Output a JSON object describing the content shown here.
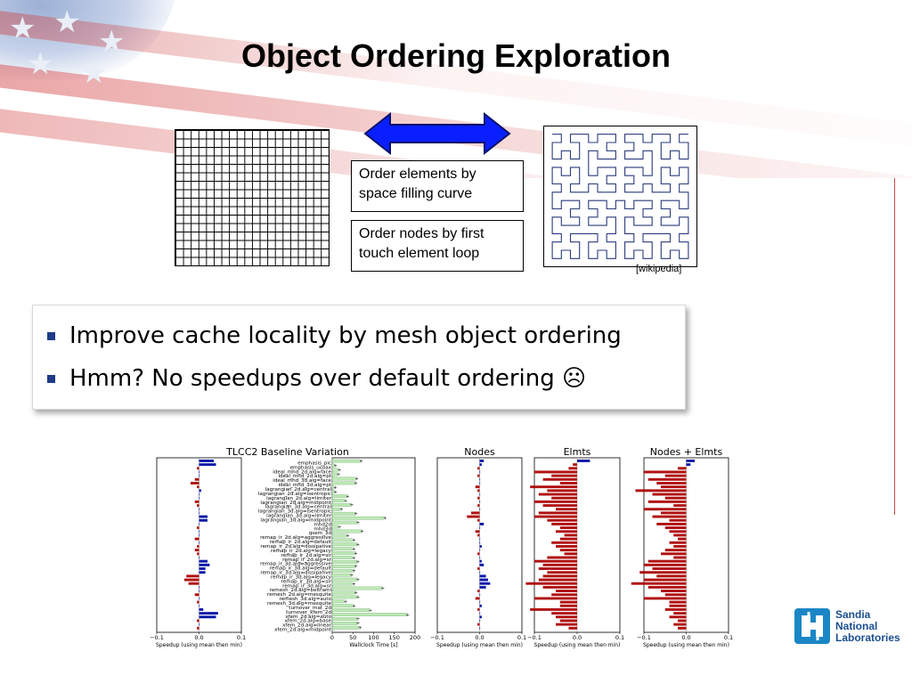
{
  "slide": {
    "title": "Object Ordering Exploration",
    "boxes": [
      "Order elements by space filling curve",
      "Order nodes by first touch element loop"
    ],
    "credit": "[wikipedia]",
    "bullets": [
      "Improve cache locality by mesh object ordering",
      "Hmm?  No speedups over default ordering ☹"
    ],
    "logo": "Sandia National Laboratories"
  },
  "chart_data": [
    {
      "type": "bar",
      "title": "TLCC2 Baseline Variation",
      "xlabel": "Speedup (using mean then min)",
      "xlim": [
        -0.1,
        0.1
      ],
      "xticks": [
        "−0.1",
        "0.0",
        "0.1"
      ],
      "values": [
        0.035,
        0.04,
        -0.005,
        0.0,
        0.0,
        -0.01,
        -0.02,
        -0.005,
        0.005,
        0.0,
        0.0,
        -0.01,
        -0.005,
        0.0,
        0.0,
        0.02,
        0.02,
        0.0,
        -0.005,
        0.0,
        0.0,
        -0.01,
        0.0,
        -0.005,
        -0.01,
        -0.005,
        0.0,
        0.02,
        0.025,
        0.015,
        0.015,
        -0.03,
        -0.035,
        -0.025,
        0.0,
        0.0,
        -0.01,
        0.0,
        -0.005,
        0.0,
        0.01,
        0.045,
        0.04,
        -0.005,
        0.0,
        -0.005
      ]
    },
    {
      "type": "bar",
      "xlabel": "Wallclock Time [s]",
      "xlim": [
        0,
        200
      ],
      "xticks": [
        "0",
        "50",
        "100",
        "150",
        "200"
      ],
      "categories": [
        "emphasis_pic",
        "emphasis_ucoax",
        "ideal_mhd_2d.alg=face",
        "ideal_mhd_2d.alg=pt",
        "ideal_mhd_3d.alg=face",
        "ideal_mhd_3d.alg=pt",
        "lagrangian_2d.alg=central",
        "lagrangian_2d.alg=isentropic",
        "lagrangian_2d.alg=limiter",
        "lagrangian_2d.alg=midpoint",
        "lagrangian_3d.alg=central",
        "lagrangian_3d.alg=isentropic",
        "lagrangian_3d.alg=limiter",
        "lagrangian_3d.alg=midpoint",
        "mhd2d",
        "mhd3d",
        "qsem_3d",
        "remap_ir_2d.alg=aggressive",
        "remap_ir_2d.alg=default",
        "remap_ir_2d.alg=dissipative",
        "remap_ir_2d.alg=legacy",
        "remap_ir_2d.alg=sir",
        "remap_ir_2d.alg=sr",
        "remap_ir_3d.alg=aggressive",
        "remap_ir_3d.alg=default",
        "remap_ir_3d.alg=dissipative",
        "remap_ir_3d.alg=legacy",
        "remap_ir_3d.alg=sir",
        "remap_ir_3d.alg=sr",
        "remesh_2d.alg=beltrami",
        "remesh_2d.alg=mesquite",
        "remesh_3d.alg=auto",
        "remesh_3d.alg=mesquite",
        "turnover_mat_2d",
        "turnover_xfem_2d",
        "xfem_2d.alg=auto",
        "xfem_2d.alg=base",
        "xfem_2d.alg=linear",
        "xfem_2d.alg=midpoint"
      ],
      "values": [
        68,
        6,
        15,
        13,
        57,
        55,
        5,
        6,
        35,
        30,
        45,
        20,
        55,
        125,
        60,
        15,
        70,
        35,
        50,
        60,
        50,
        55,
        50,
        60,
        55,
        50,
        45,
        60,
        50,
        120,
        55,
        60,
        30,
        50,
        90,
        180,
        60,
        60,
        65
      ]
    },
    {
      "type": "bar",
      "title": "Nodes",
      "xlabel": "Speedup (using mean then min)",
      "xlim": [
        -0.1,
        0.1
      ],
      "xticks": [
        "−0.1",
        "0.0",
        "0.1"
      ],
      "values": [
        0.01,
        0.005,
        -0.005,
        0.0,
        -0.005,
        0.0,
        0.0,
        -0.01,
        -0.005,
        0.0,
        -0.005,
        0.0,
        -0.005,
        0.0,
        -0.02,
        -0.03,
        -0.005,
        0.01,
        0.0,
        -0.01,
        -0.005,
        0.0,
        0.0,
        0.005,
        0.0,
        -0.005,
        0.0,
        0.005,
        0.01,
        -0.005,
        0.0,
        0.015,
        0.02,
        0.025,
        0.015,
        -0.005,
        0.0,
        -0.01,
        0.0,
        0.005,
        -0.005,
        0.0,
        0.005,
        0.0,
        -0.005,
        0.0
      ]
    },
    {
      "type": "bar",
      "title": "Elmts",
      "xlabel": "Speedup (using mean then min)",
      "xlim": [
        -0.1,
        0.1
      ],
      "xticks": [
        "−0.1",
        "0.0",
        "0.1"
      ],
      "values": [
        0.03,
        -0.01,
        -0.02,
        -0.1,
        -0.06,
        -0.08,
        -0.04,
        -0.11,
        -0.07,
        -0.09,
        -0.06,
        -0.1,
        -0.08,
        -0.05,
        -0.09,
        -0.1,
        -0.07,
        -0.06,
        -0.04,
        -0.05,
        -0.03,
        -0.04,
        -0.06,
        -0.05,
        -0.04,
        -0.03,
        -0.07,
        -0.1,
        -0.08,
        -0.09,
        -0.07,
        -0.08,
        -0.09,
        -0.12,
        -0.08,
        -0.05,
        -0.06,
        -0.1,
        -0.04,
        -0.04,
        -0.11,
        -0.06,
        -0.05,
        -0.04,
        -0.05,
        -0.02
      ]
    },
    {
      "type": "bar",
      "title": "Nodes + Elmts",
      "xlabel": "Speedup (using mean then min)",
      "xlim": [
        -0.1,
        0.1
      ],
      "xticks": [
        "−0.1",
        "0.0",
        "0.1"
      ],
      "values": [
        0.02,
        0.01,
        -0.02,
        -0.1,
        -0.05,
        -0.09,
        -0.07,
        -0.06,
        -0.12,
        -0.08,
        -0.05,
        -0.09,
        -0.03,
        -0.1,
        -0.06,
        -0.08,
        -0.04,
        -0.07,
        -0.05,
        -0.04,
        -0.03,
        -0.02,
        -0.04,
        -0.03,
        -0.05,
        -0.06,
        -0.03,
        -0.09,
        -0.1,
        -0.08,
        -0.11,
        -0.07,
        -0.1,
        -0.13,
        -0.09,
        -0.06,
        -0.05,
        -0.1,
        -0.04,
        -0.04,
        -0.05,
        -0.03,
        -0.04,
        -0.02,
        -0.03,
        -0.02
      ]
    }
  ]
}
